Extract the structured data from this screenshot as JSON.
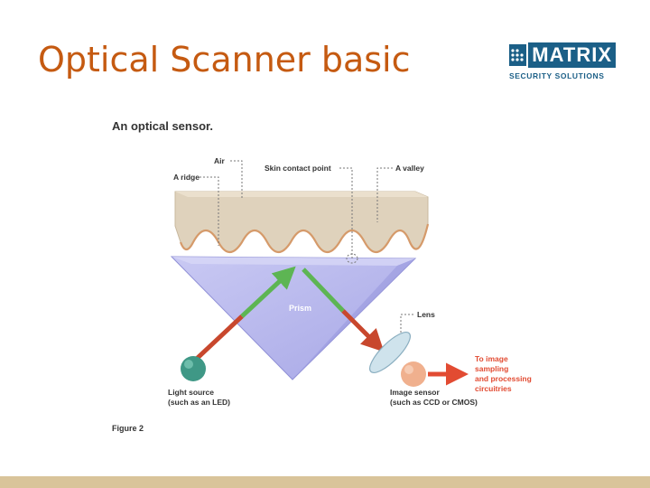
{
  "slide": {
    "title": "Optical Scanner basic"
  },
  "logo": {
    "name": "MATRIX",
    "tagline": "SECURITY SOLUTIONS",
    "brand_color": "#1b5f87"
  },
  "diagram": {
    "heading": "An optical sensor.",
    "labels": {
      "air": "Air",
      "ridge": "A ridge",
      "skin_contact": "Skin contact point",
      "valley": "A valley",
      "prism": "Prism",
      "lens": "Lens",
      "output_lines": [
        "To image",
        "sampling",
        "and processing",
        "circuitries"
      ],
      "light_source_lines": [
        "Light source",
        "(such as an LED)"
      ],
      "image_sensor_lines": [
        "Image sensor",
        "(such as CCD or CMOS)"
      ],
      "figure": "Figure 2"
    },
    "colors": {
      "skin": "#dfd2bc",
      "skin_outline": "#d59a6a",
      "prism": "#b8b8ee",
      "incoming_ray": "#c8472d",
      "reflected_ray": "#5db553",
      "output_arrow": "#e24b32",
      "output_text": "#e24b32",
      "led": "#3f9886",
      "sensor": "#f0b08e",
      "lens": "#cfe3ec"
    }
  }
}
